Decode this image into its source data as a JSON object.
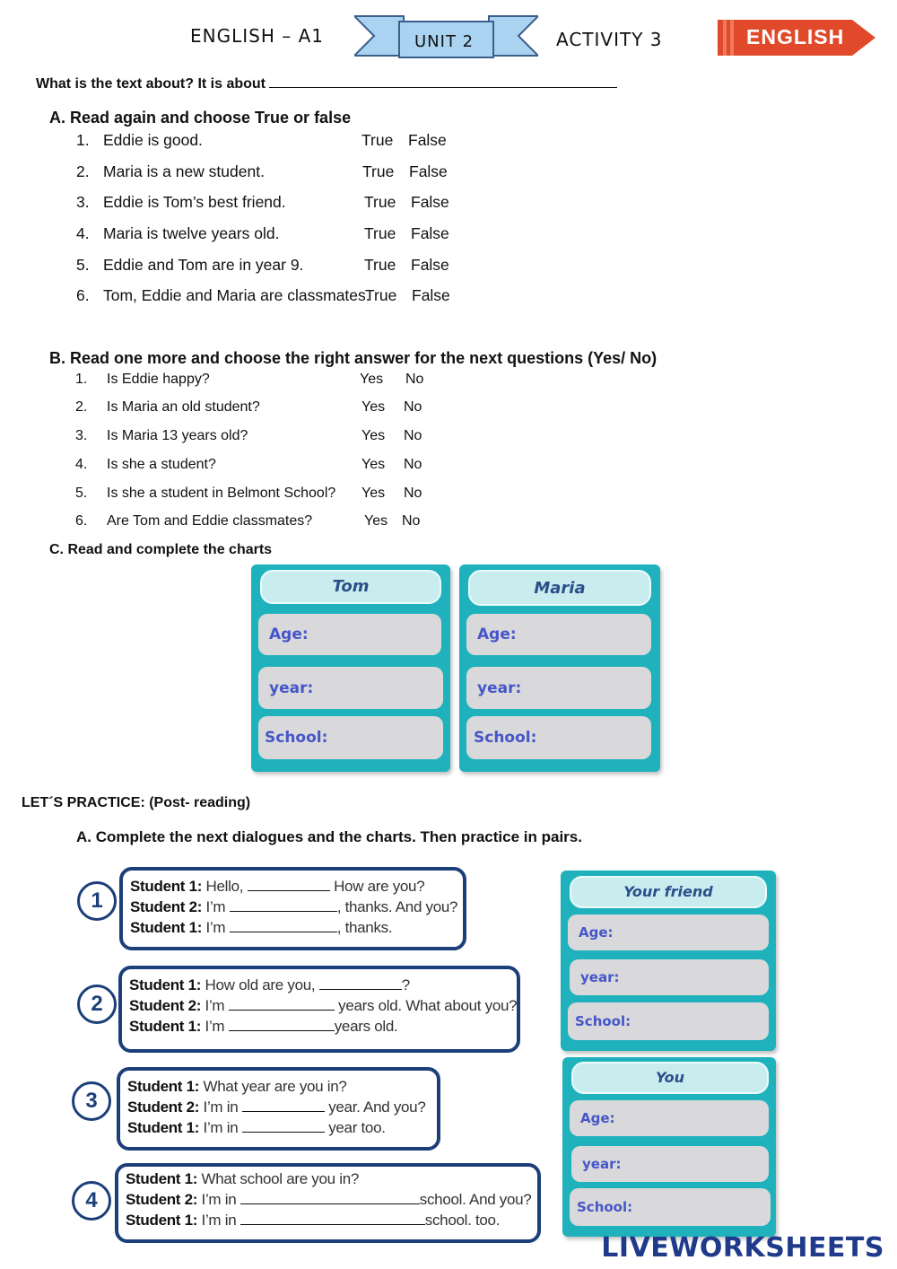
{
  "header": {
    "left_title": "ENGLISH – A1",
    "unit": "UNIT 2",
    "activity": "ACTIVITY 3",
    "badge": "ENGLISH",
    "colors": {
      "ribbon": "#a9d3f0",
      "badge": "#e04a2a"
    }
  },
  "intro_question": "What is the text about? It is about",
  "section_a": {
    "title": "A.   Read again and choose True or false",
    "items": [
      {
        "num": "1.",
        "text": "Eddie is good.",
        "opt1": "True",
        "opt2": "False"
      },
      {
        "num": "2.",
        "text": "Maria is a new student.",
        "opt1": "True",
        "opt2": "False"
      },
      {
        "num": "3.",
        "text": "Eddie is Tom’s best friend.",
        "opt1": "True",
        "opt2": "False"
      },
      {
        "num": "4.",
        "text": "Maria is twelve years old.",
        "opt1": "True",
        "opt2": "False"
      },
      {
        "num": "5.",
        "text": "Eddie and Tom are in year 9.",
        "opt1": "True",
        "opt2": "False"
      },
      {
        "num": "6.",
        "text": "Tom, Eddie and Maria are classmates.",
        "opt1": "True",
        "opt2": "False"
      }
    ]
  },
  "section_b": {
    "title": "B.   Read one more and choose the right answer for the next questions (Yes/ No)",
    "items": [
      {
        "num": "1.",
        "text": "Is Eddie happy?",
        "opt1": "Yes",
        "opt2": "No"
      },
      {
        "num": "2.",
        "text": "Is Maria an old student?",
        "opt1": "Yes",
        "opt2": "No"
      },
      {
        "num": "3.",
        "text": "Is Maria 13 years old?",
        "opt1": "Yes",
        "opt2": "No"
      },
      {
        "num": "4.",
        "text": "Is she a student?",
        "opt1": "Yes",
        "opt2": "No"
      },
      {
        "num": "5.",
        "text": "Is she a student in Belmont School?",
        "opt1": "Yes",
        "opt2": "No"
      },
      {
        "num": "6.",
        "text": "Are Tom and Eddie classmates?",
        "opt1": "Yes",
        "opt2": "No"
      }
    ]
  },
  "section_c": {
    "title": "C.   Read and complete the charts",
    "cards": [
      {
        "name": "Tom",
        "fields": [
          "Age:",
          "year:",
          "School:"
        ]
      },
      {
        "name": "Maria",
        "fields": [
          "Age:",
          "year:",
          "School:"
        ]
      }
    ]
  },
  "practice": {
    "title": "LET´S PRACTICE: (Post- reading)",
    "instruction": "A.   Complete the next dialogues and the charts. Then practice in pairs.",
    "dialogues": [
      {
        "num": "1",
        "lines": [
          {
            "speaker": "Student 1:",
            "a": " Hello, ",
            "b": " How are you?",
            "c": ""
          },
          {
            "speaker": "Student 2:",
            "a": " I’m ",
            "b": ", thanks. And you?",
            "c": ""
          },
          {
            "speaker": "Student 1:",
            "a": " I’m ",
            "b": ", thanks.",
            "c": ""
          }
        ]
      },
      {
        "num": "2",
        "lines": [
          {
            "speaker": "Student 1:",
            "a": " How old are you, ",
            "b": "?",
            "c": ""
          },
          {
            "speaker": "Student 2:",
            "a": " I’m ",
            "b": " years old. What about you?",
            "c": ""
          },
          {
            "speaker": "Student 1:",
            "a": " I’m ",
            "b": "years old.",
            "c": ""
          }
        ]
      },
      {
        "num": "3",
        "lines": [
          {
            "speaker": "Student 1:",
            "a": " What year are you in?",
            "b": "",
            "c": ""
          },
          {
            "speaker": "Student 2:",
            "a": " I’m in ",
            "b": " year. And you?",
            "c": ""
          },
          {
            "speaker": "Student 1:",
            "a": " I’m in ",
            "b": " year too.",
            "c": ""
          }
        ]
      },
      {
        "num": "4",
        "lines": [
          {
            "speaker": "Student 1:",
            "a": " What school are you in?",
            "b": "",
            "c": ""
          },
          {
            "speaker": "Student 2:",
            "a": " I’m in ",
            "b": "school. And you?",
            "c": ""
          },
          {
            "speaker": "Student 1:",
            "a": " I’m in ",
            "b": "school. too.",
            "c": ""
          }
        ]
      }
    ],
    "cards": [
      {
        "name": "Your friend",
        "fields": [
          "Age:",
          "year:",
          "School:"
        ]
      },
      {
        "name": "You",
        "fields": [
          "Age:",
          "year:",
          "School:"
        ]
      }
    ]
  },
  "footer": {
    "logo": "LIVEWORKSHEETS"
  }
}
